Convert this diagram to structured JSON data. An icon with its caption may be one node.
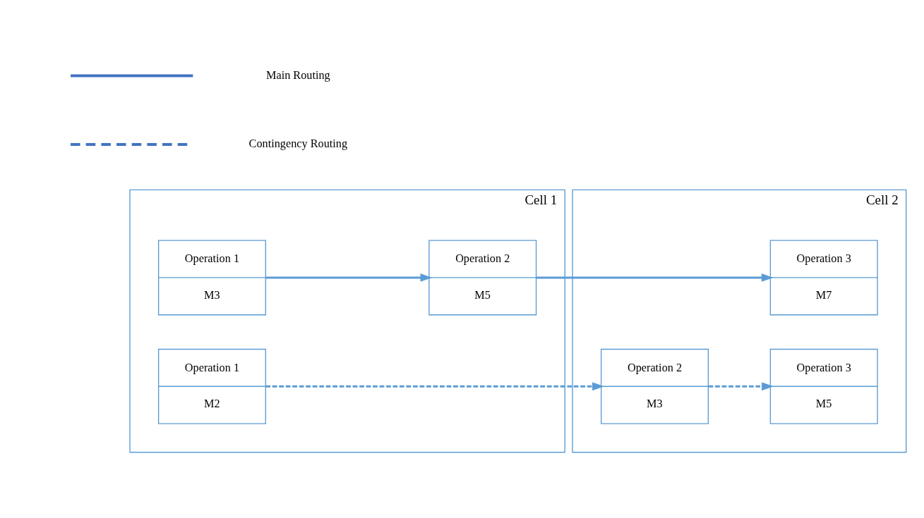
{
  "diagram": {
    "nodes": [
      {
        "text": [
          "Cell 1"
        ]
      },
      {
        "text": [
          "Operation 1",
          "M3"
        ],
        "in": 0
      },
      {
        "text": [
          "Operation 2",
          "M5"
        ],
        "in": 0
      },
      {
        "text": [
          "Operation 1",
          "M2"
        ],
        "in": 0
      },
      {
        "text": [
          "Cell 2"
        ]
      },
      {
        "text": [
          "Operation 3",
          "M7"
        ],
        "in": 4
      },
      {
        "text": [
          "Operation 3",
          "M5"
        ],
        "in": 4
      },
      {
        "text": [
          "Operation 2",
          "M3"
        ],
        "in": 4
      }
    ],
    "edges": [
      {
        "from": 1,
        "to": 2,
        "arrow": "to"
      },
      {
        "from": 2,
        "to": 5,
        "arrow": "to"
      },
      {
        "from": 3,
        "to": 7,
        "arrow": "to",
        "style": "dashed"
      },
      {
        "from": 7,
        "to": 6,
        "arrow": "to",
        "style": "dashed"
      }
    ],
    "legend": [
      {
        "text": "Main Routing"
      },
      {
        "text": "Contingency Routing"
      }
    ]
  }
}
